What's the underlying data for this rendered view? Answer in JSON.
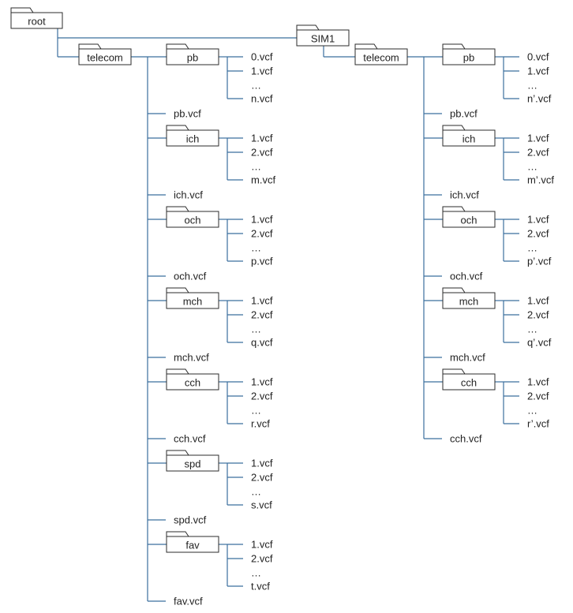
{
  "tree": {
    "root": "root",
    "sim": "SIM1",
    "telecom": "telecom",
    "left": {
      "pb": {
        "name": "pb",
        "files": [
          "0.vcf",
          "1.vcf",
          "…",
          "n.vcf"
        ]
      },
      "pb_vcf": "pb.vcf",
      "ich": {
        "name": "ich",
        "files": [
          "1.vcf",
          "2.vcf",
          "…",
          "m.vcf"
        ]
      },
      "ich_vcf": "ich.vcf",
      "och": {
        "name": "och",
        "files": [
          "1.vcf",
          "2.vcf",
          "…",
          "p.vcf"
        ]
      },
      "och_vcf": "och.vcf",
      "mch": {
        "name": "mch",
        "files": [
          "1.vcf",
          "2.vcf",
          "…",
          "q.vcf"
        ]
      },
      "mch_vcf": "mch.vcf",
      "cch": {
        "name": "cch",
        "files": [
          "1.vcf",
          "2.vcf",
          "…",
          "r.vcf"
        ]
      },
      "cch_vcf": "cch.vcf",
      "spd": {
        "name": "spd",
        "files": [
          "1.vcf",
          "2.vcf",
          "…",
          "s.vcf"
        ]
      },
      "spd_vcf": "spd.vcf",
      "fav": {
        "name": "fav",
        "files": [
          "1.vcf",
          "2.vcf",
          "…",
          "t.vcf"
        ]
      },
      "fav_vcf": "fav.vcf"
    },
    "right": {
      "pb": {
        "name": "pb",
        "files": [
          "0.vcf",
          "1.vcf",
          "…",
          "n’.vcf"
        ]
      },
      "pb_vcf": "pb.vcf",
      "ich": {
        "name": "ich",
        "files": [
          "1.vcf",
          "2.vcf",
          "…",
          "m’.vcf"
        ]
      },
      "ich_vcf": "ich.vcf",
      "och": {
        "name": "och",
        "files": [
          "1.vcf",
          "2.vcf",
          "…",
          "p’.vcf"
        ]
      },
      "och_vcf": "och.vcf",
      "mch": {
        "name": "mch",
        "files": [
          "1.vcf",
          "2.vcf",
          "…",
          "q’.vcf"
        ]
      },
      "mch_vcf": "mch.vcf",
      "cch": {
        "name": "cch",
        "files": [
          "1.vcf",
          "2.vcf",
          "…",
          "r’.vcf"
        ]
      },
      "cch_vcf": "cch.vcf"
    }
  },
  "colors": {
    "connector": "#3b6f9e",
    "outline": "#2b2b2b",
    "text": "#222222"
  }
}
